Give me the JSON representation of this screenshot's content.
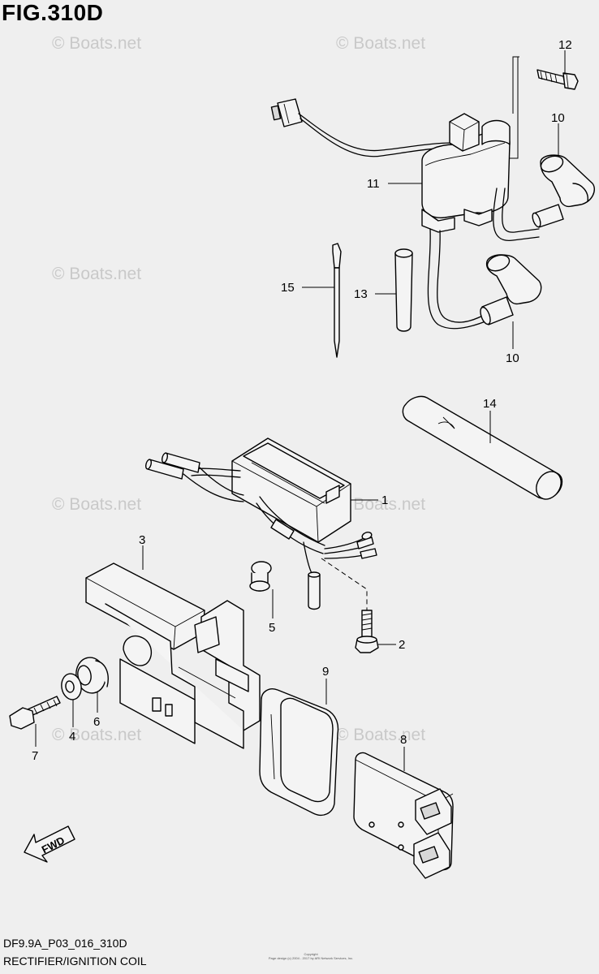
{
  "figure": {
    "title": "FIG.310D",
    "code": "DF9.9A_P03_016_310D",
    "caption": "RECTIFIER/IGNITION COIL",
    "fwd_label": "FWD",
    "copyright_line1": "Copyright",
    "copyright_line2": "Page design (c) 2004 - 2017 by ARI Network Services, Inc."
  },
  "watermark": "© Boats.net",
  "callouts": {
    "c12": "12",
    "c10a": "10",
    "c11": "11",
    "c15": "15",
    "c13": "13",
    "c10b": "10",
    "c14": "14",
    "c1": "1",
    "c3": "3",
    "c5": "5",
    "c2": "2",
    "c9": "9",
    "c6": "6",
    "c4": "4",
    "c7": "7",
    "c8": "8"
  }
}
